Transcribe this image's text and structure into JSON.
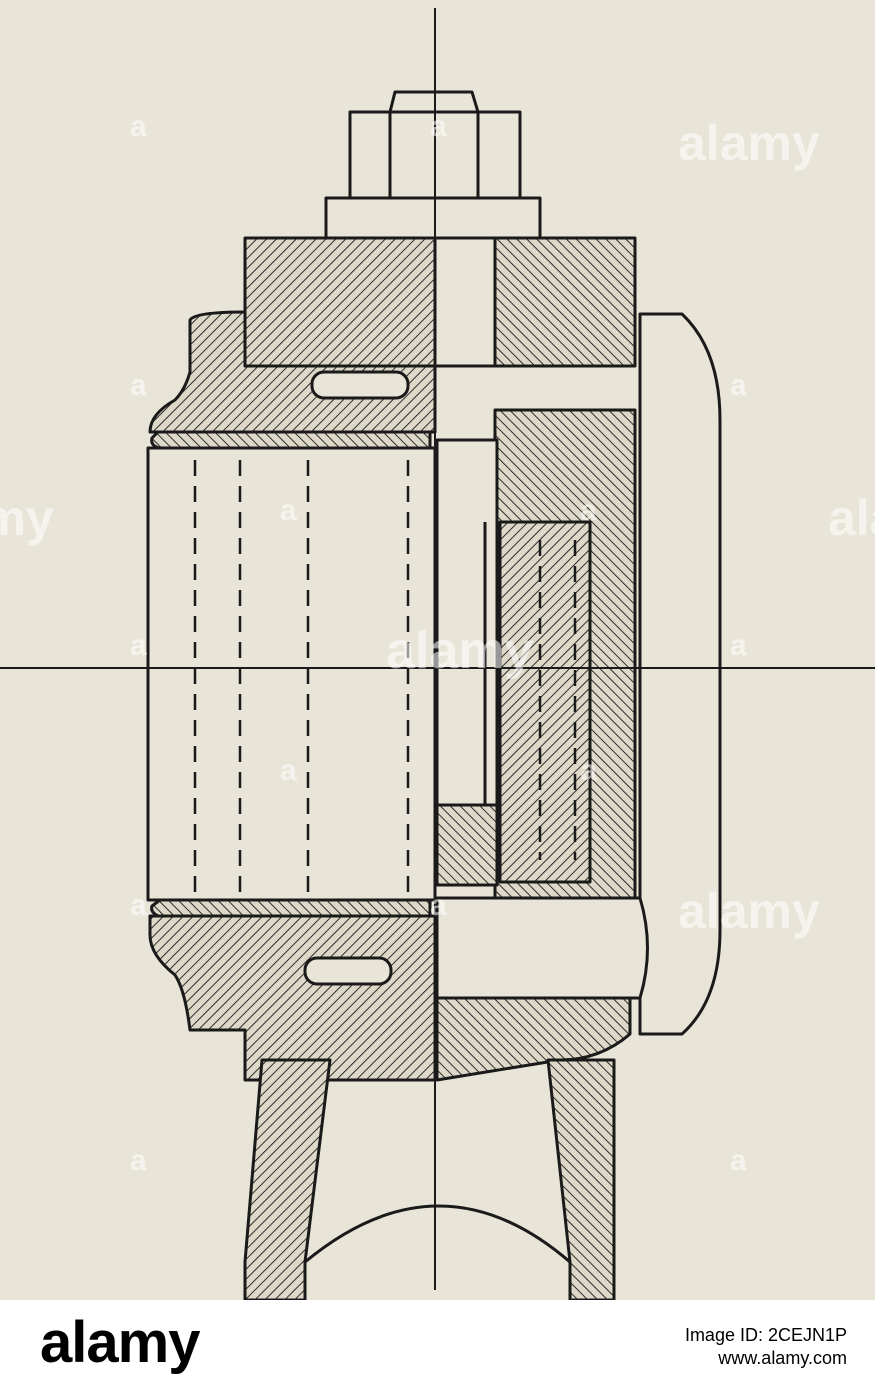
{
  "image": {
    "subject": "",
    "background_color": "#e8e4d7",
    "line_color": "#1a1a1a"
  },
  "watermark": {
    "text": "alamy",
    "letter": "a"
  },
  "footer": {
    "brand": "alamy",
    "image_id": "Image ID: 2CEJN1P",
    "url": "www.alamy.com"
  }
}
